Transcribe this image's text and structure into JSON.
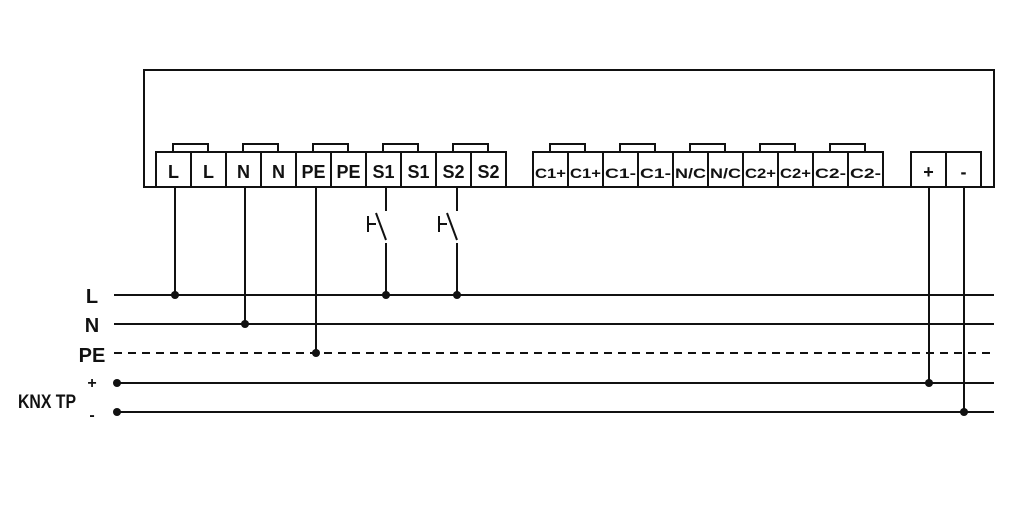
{
  "terminals_left": [
    "L",
    "L",
    "N",
    "N",
    "PE",
    "PE",
    "S1",
    "S1",
    "S2",
    "S2"
  ],
  "terminals_mid": [
    "C1+",
    "C1+",
    "C1-",
    "C1-",
    "N/C",
    "N/C",
    "C2+",
    "C2+",
    "C2-",
    "C2-"
  ],
  "terminals_bus": [
    "+",
    "-"
  ],
  "bus_labels": {
    "l": "L",
    "n": "N",
    "pe": "PE",
    "plus": "+",
    "minus": "-",
    "knx": "KNX TP"
  }
}
